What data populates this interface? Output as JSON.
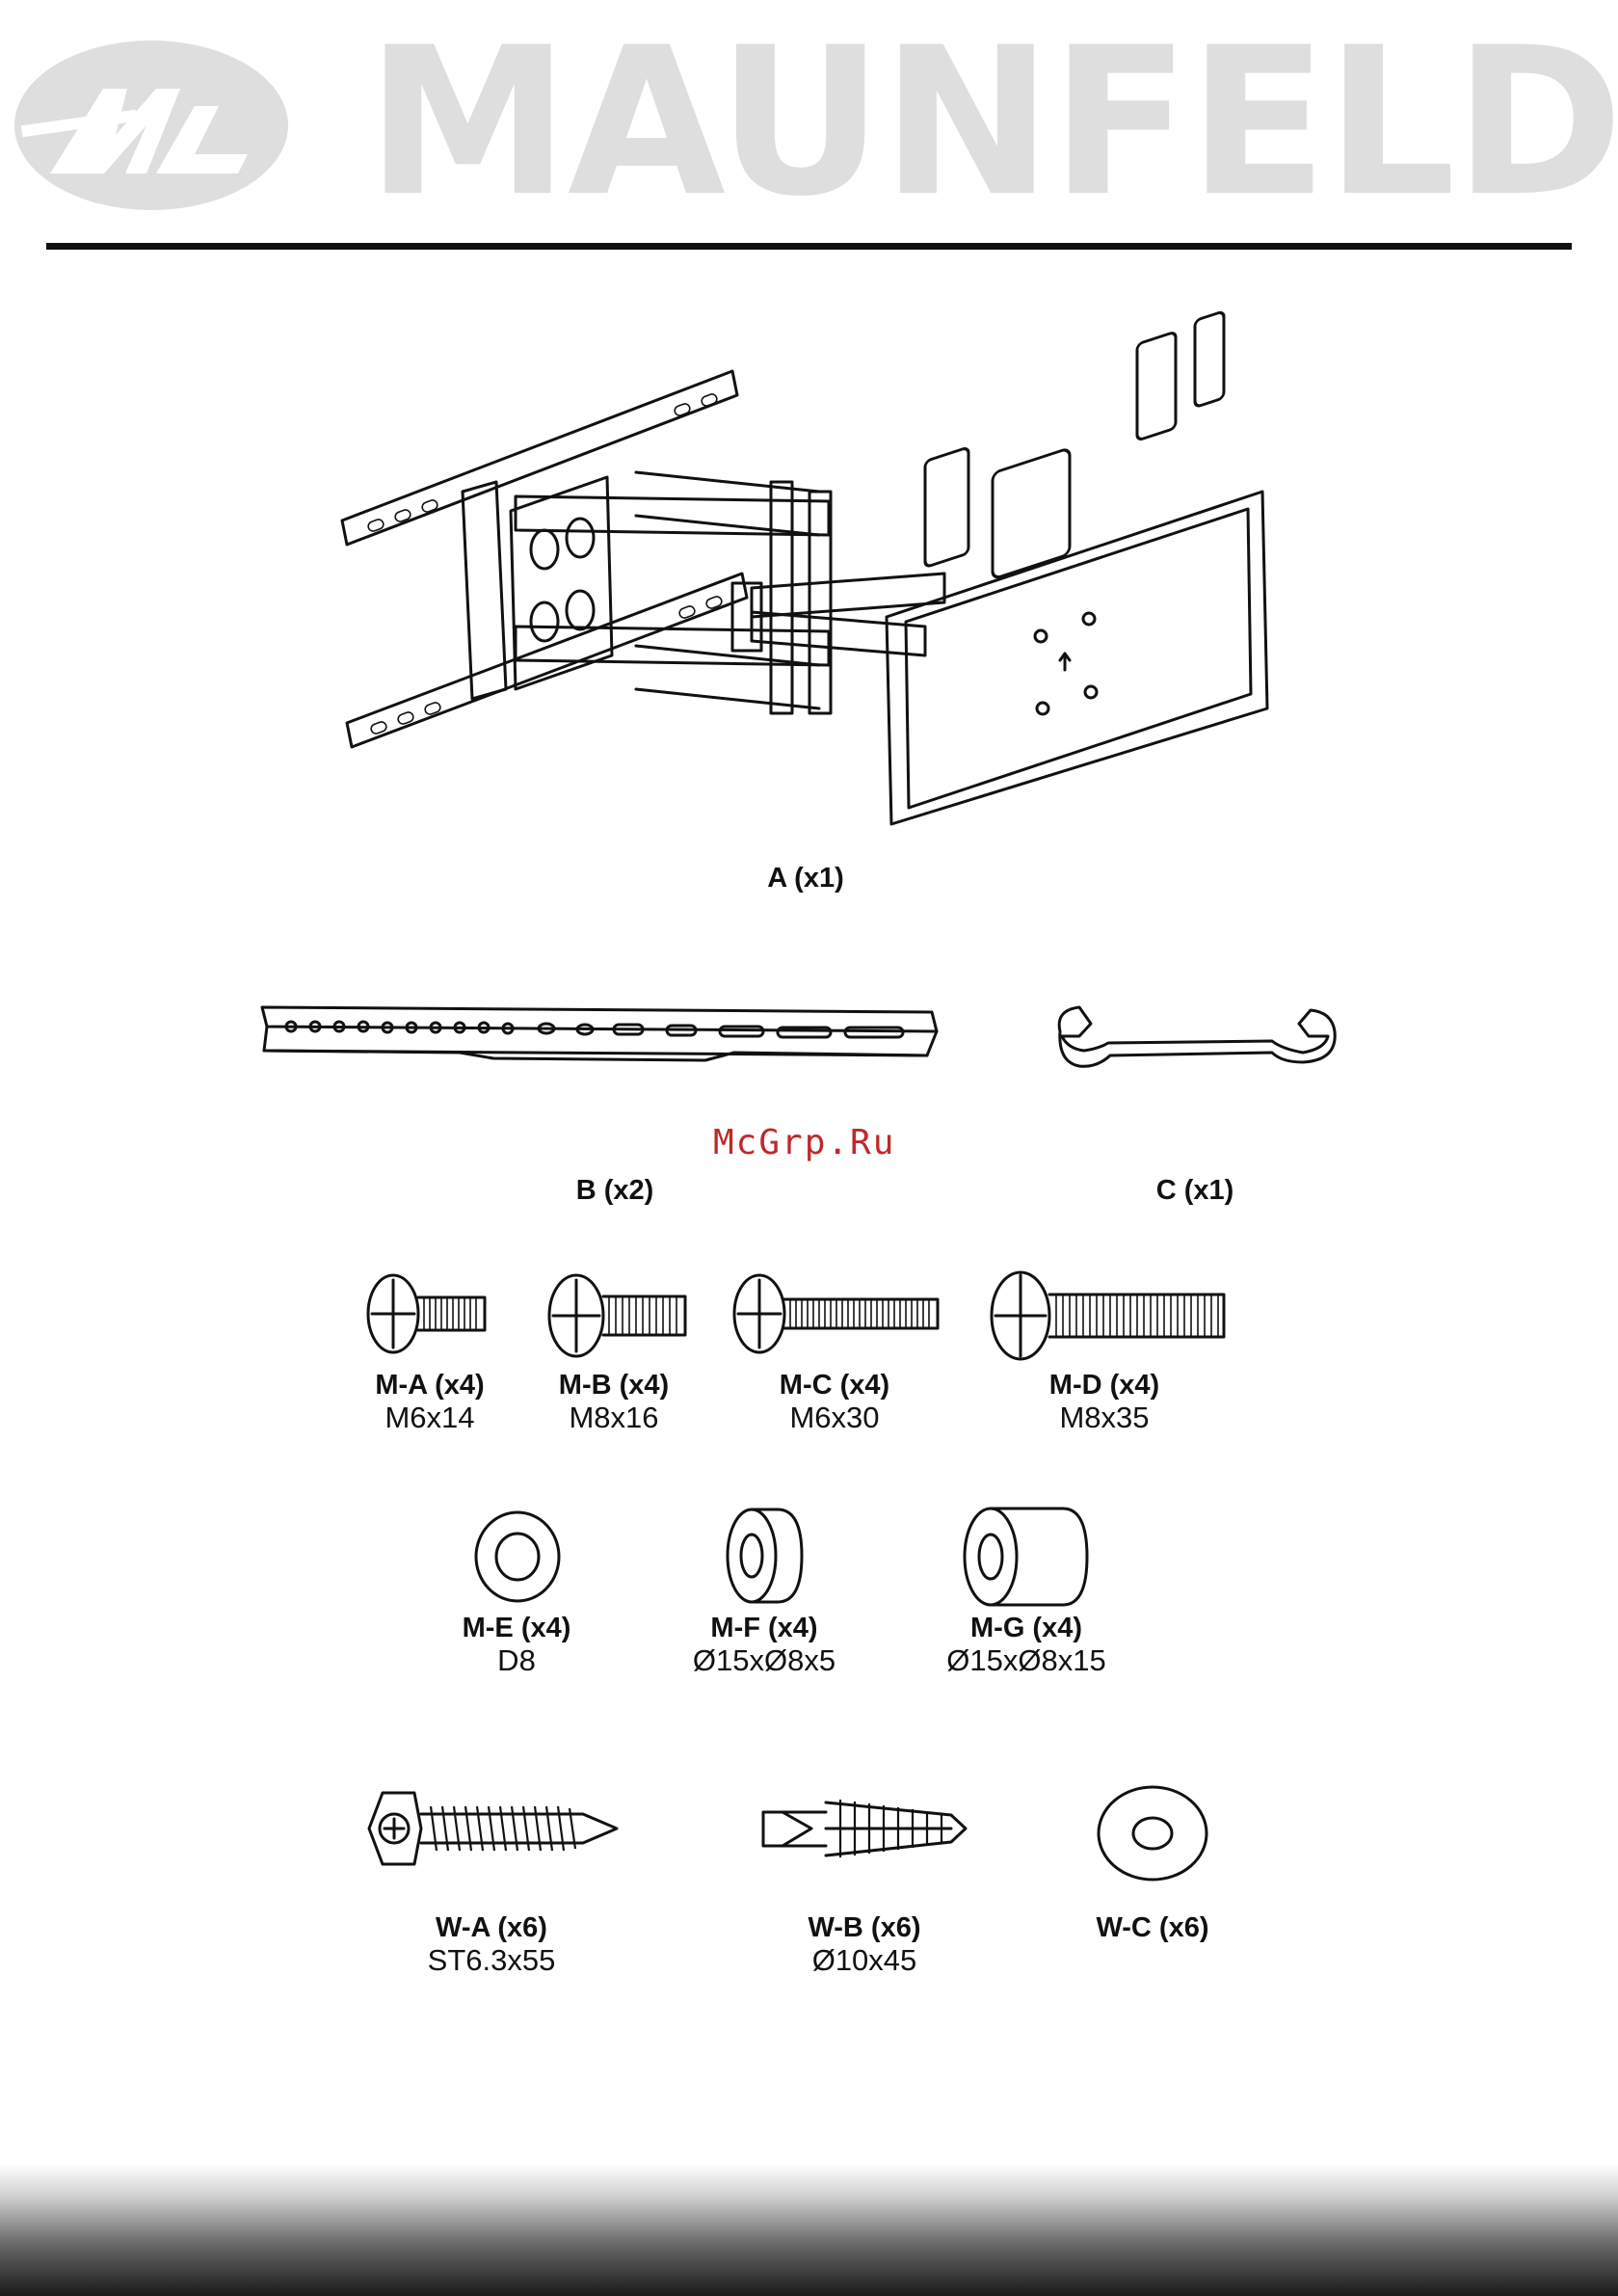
{
  "brand": {
    "name": "MAUNFELD",
    "logo_icon": "maunfeld-m-logo"
  },
  "watermark": "McGrp.Ru",
  "parts": {
    "a": {
      "label": "A (x1)",
      "icon": "tv-wall-mount-arm"
    },
    "b": {
      "label": "B (x2)",
      "icon": "mounting-bracket-rail"
    },
    "c": {
      "label": "C (x1)",
      "icon": "wrench"
    },
    "ma": {
      "label": "M-A (x4)",
      "spec": "M6x14",
      "icon": "screw"
    },
    "mb": {
      "label": "M-B (x4)",
      "spec": "M8x16",
      "icon": "screw"
    },
    "mc": {
      "label": "M-C (x4)",
      "spec": "M6x30",
      "icon": "screw"
    },
    "md": {
      "label": "M-D (x4)",
      "spec": "M8x35",
      "icon": "screw"
    },
    "me": {
      "label": "M-E (x4)",
      "spec": "D8",
      "icon": "washer"
    },
    "mf": {
      "label": "M-F (x4)",
      "spec": "Ø15xØ8x5",
      "icon": "spacer"
    },
    "mg": {
      "label": "M-G (x4)",
      "spec": "Ø15xØ8x15",
      "icon": "spacer"
    },
    "wa": {
      "label": "W-A (x6)",
      "spec": "ST6.3x55",
      "icon": "lag-bolt"
    },
    "wb": {
      "label": "W-B (x6)",
      "spec": "Ø10x45",
      "icon": "wall-anchor"
    },
    "wc": {
      "label": "W-C (x6)",
      "icon": "washer"
    }
  }
}
